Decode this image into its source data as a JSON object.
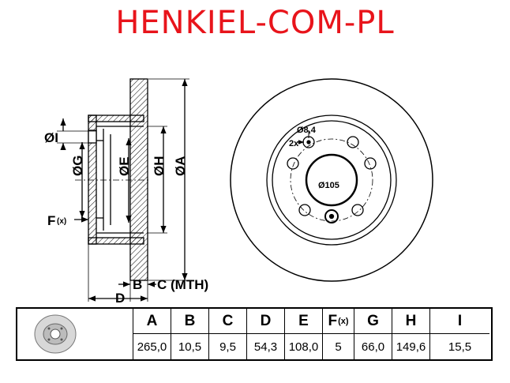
{
  "header": {
    "brand": "HENKIEL-COM-PL",
    "brand_color": "#e8141b"
  },
  "drawing": {
    "side_labels": {
      "I": "ØI",
      "G": "ØG",
      "E": "ØE",
      "H": "ØH",
      "A": "ØA",
      "F": "F",
      "F_sub": "(x)",
      "B": "B",
      "C": "C (MTH)",
      "D": "D"
    },
    "front_labels": {
      "hole": "Ø8,4",
      "count": "2x",
      "center": "Ø105"
    }
  },
  "spec_table": {
    "headers": [
      {
        "key": "A",
        "label": "A",
        "sub": ""
      },
      {
        "key": "B",
        "label": "B",
        "sub": ""
      },
      {
        "key": "C",
        "label": "C",
        "sub": ""
      },
      {
        "key": "D",
        "label": "D",
        "sub": ""
      },
      {
        "key": "E",
        "label": "E",
        "sub": ""
      },
      {
        "key": "F",
        "label": "F",
        "sub": "(x)"
      },
      {
        "key": "G",
        "label": "G",
        "sub": ""
      },
      {
        "key": "H",
        "label": "H",
        "sub": ""
      },
      {
        "key": "I",
        "label": "I",
        "sub": ""
      }
    ],
    "values": [
      "265,0",
      "10,5",
      "9,5",
      "54,3",
      "108,0",
      "5",
      "66,0",
      "149,6",
      "15,5"
    ]
  }
}
